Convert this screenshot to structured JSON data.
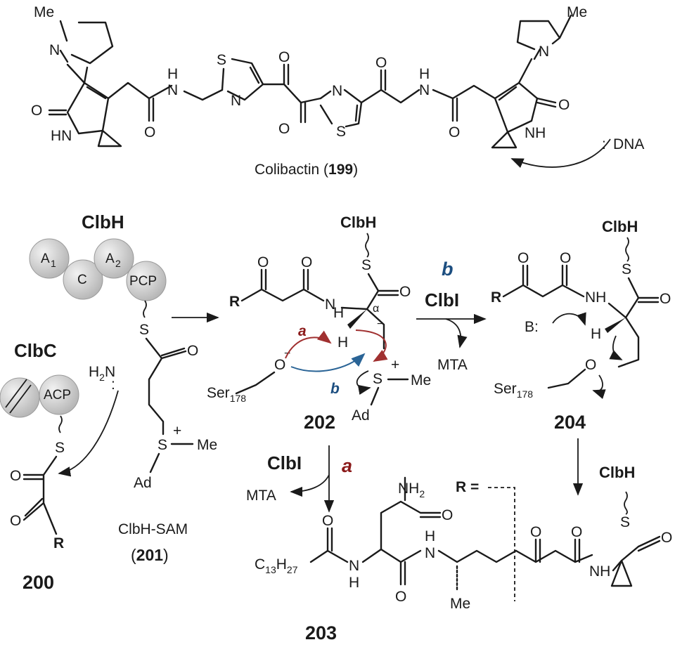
{
  "compound_199": {
    "name": "Colibactin",
    "number": "199",
    "atoms": {
      "me": "Me",
      "n": "N",
      "o": "O",
      "s": "S",
      "h": "H",
      "hn": "HN",
      "nh": "NH",
      "dna": "DNA"
    }
  },
  "enzymes": {
    "clbh": "ClbH",
    "clbc": "ClbC",
    "clbi": "ClbI"
  },
  "domains": {
    "a1": "A",
    "a1_sub": "1",
    "c": "C",
    "a2": "A",
    "a2_sub": "2",
    "pcp": "PCP",
    "acp": "ACP"
  },
  "compound_200": {
    "number": "200",
    "r": "R"
  },
  "compound_201": {
    "name": "ClbH-SAM",
    "number": "201",
    "h2n": "H",
    "h2n_sub": "2",
    "n": "N",
    "ad": "Ad",
    "me": "Me"
  },
  "compound_202": {
    "number": "202",
    "alpha": "α",
    "ser": "Ser",
    "ser_sub": "178",
    "ad": "Ad",
    "me": "Me"
  },
  "compound_203": {
    "number": "203",
    "c13": "C",
    "c13_sub": "13",
    "h27_sub": "27",
    "h": "H",
    "nh2": "NH",
    "nh2_sub": "2",
    "r_eq": "R ="
  },
  "compound_204": {
    "number": "204",
    "base": "B",
    "ser": "Ser",
    "ser_sub": "178"
  },
  "pathways": {
    "a": "a",
    "b": "b"
  },
  "byproducts": {
    "mta": "MTA"
  },
  "colors": {
    "path_a": "#8b1a1a",
    "path_b": "#1c4e80",
    "domain_fill": "#d3d3d3"
  }
}
